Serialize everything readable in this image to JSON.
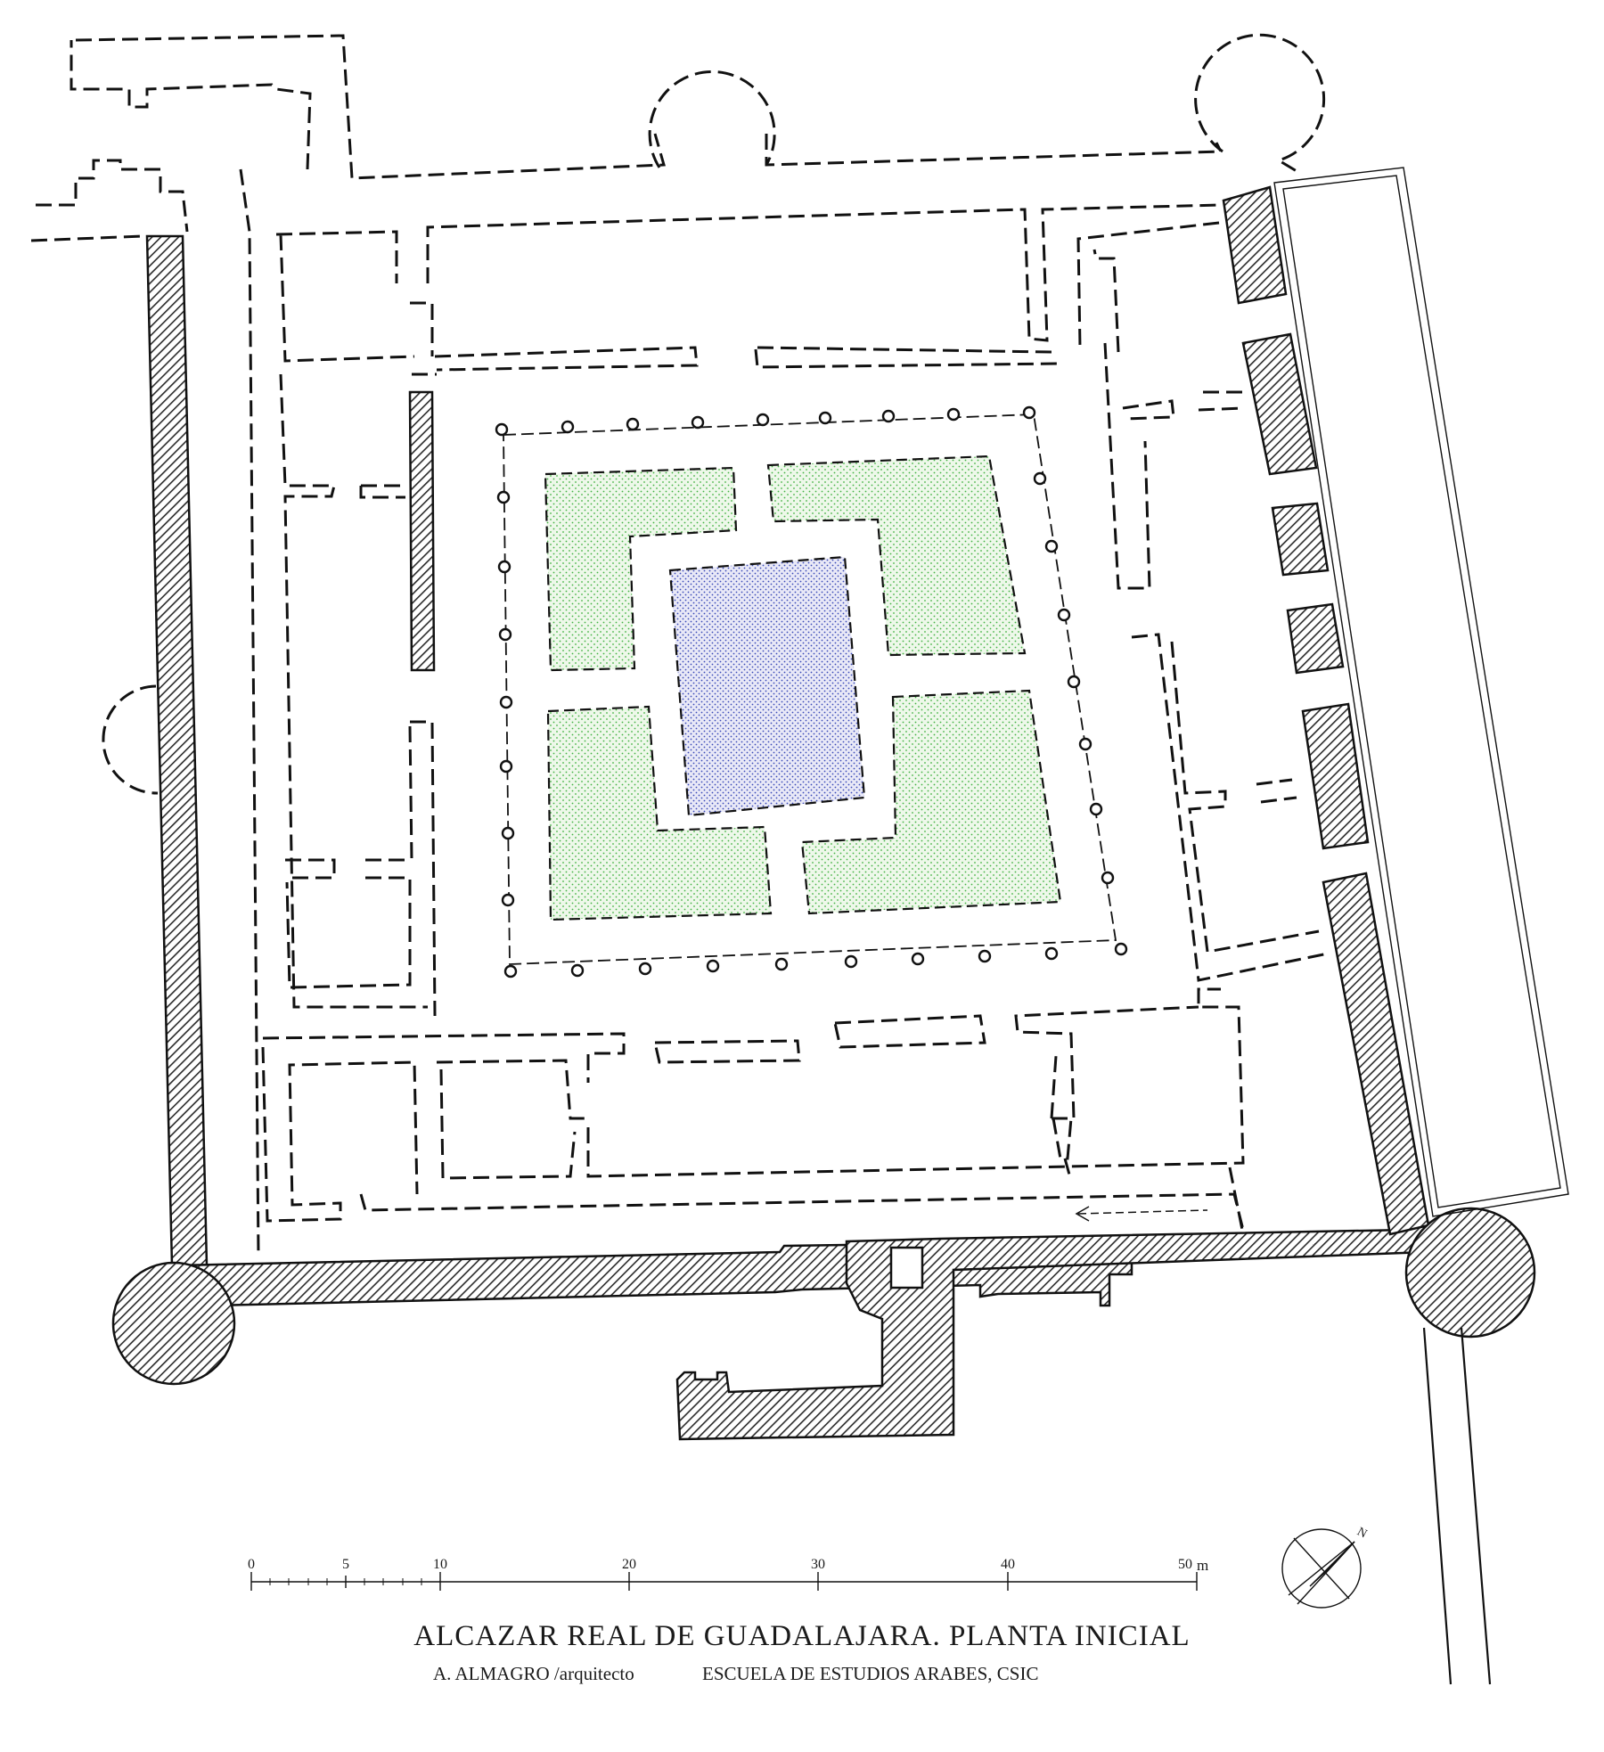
{
  "title": "ALCAZAR REAL DE GUADALAJARA. PLANTA INICIAL",
  "author": "A. ALMAGRO /arquitecto",
  "institution": "ESCUELA DE ESTUDIOS ARABES, CSIC",
  "scale_bar": {
    "ticks": [
      "0",
      "5",
      "10",
      "20",
      "30",
      "40",
      "50"
    ],
    "unit": "m"
  },
  "north_arrow": {
    "letter": "N",
    "icon": "compass-rose-icon"
  },
  "colors": {
    "wall_hatch": "#3a3a3a",
    "garden_green": "#43b243",
    "pond_blue": "#3a4ab8",
    "line": "#111111"
  }
}
